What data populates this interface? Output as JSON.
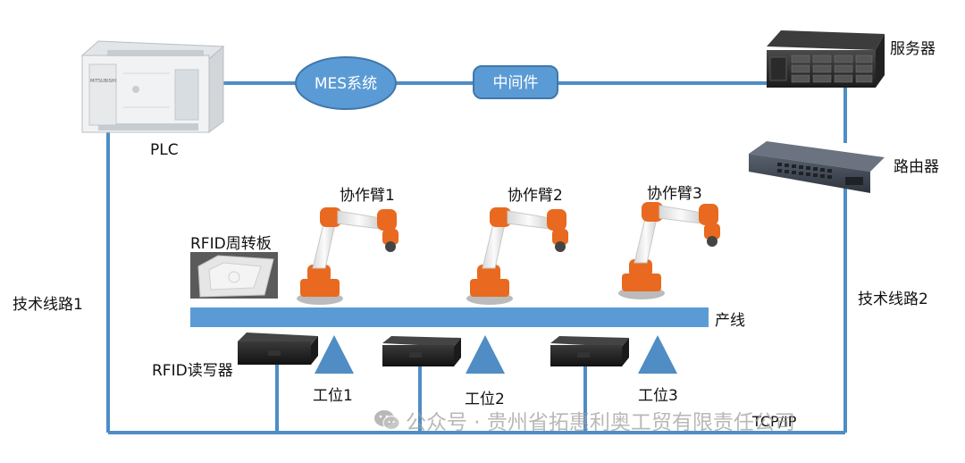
{
  "colors": {
    "line": "#4f8dc4",
    "node_fill": "#5b9bd5",
    "node_stroke": "#3f77ab",
    "node_text": "#ffffff",
    "robot_orange": "#e8691f",
    "robot_white": "#eeeeee",
    "device_dark": "#1e1e1e",
    "watermark": "#a0a0a0"
  },
  "nodes": {
    "mes": "MES系统",
    "middleware": "中间件"
  },
  "labels": {
    "server": "服务器",
    "plc": "PLC",
    "router": "路由器",
    "arm1": "协作臂1",
    "arm2": "协作臂2",
    "arm3": "协作臂3",
    "rfid_board": "RFID周转板",
    "line1": "技术线路1",
    "line2": "技术线路2",
    "production_line": "产线",
    "rfid_reader": "RFID读写器",
    "station1": "工位1",
    "station2": "工位2",
    "station3": "工位3",
    "tcpip": "TCP/IP"
  },
  "watermark": {
    "icon": "wechat-icon",
    "text": "公众号 · 贵州省拓惠利奥工贸有限责任公司"
  },
  "devices": {
    "plc_brand": "MITSUBISHI"
  }
}
